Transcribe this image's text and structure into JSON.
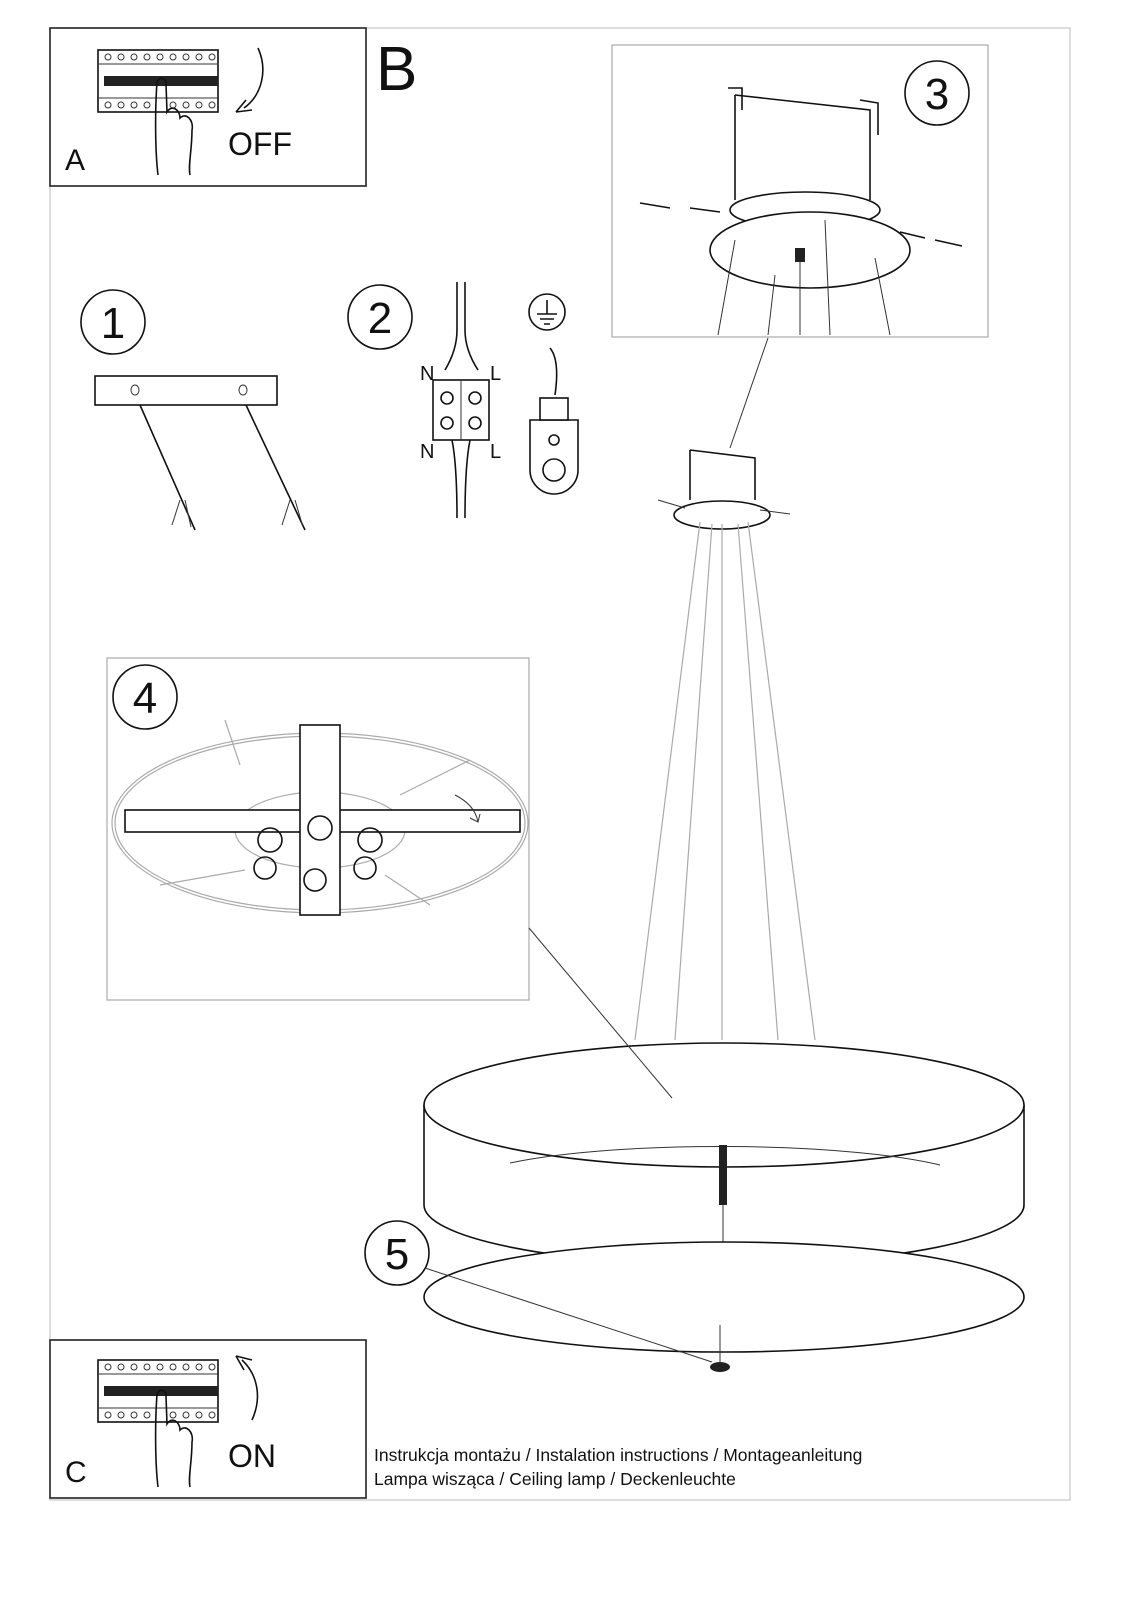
{
  "panels": {
    "a": {
      "letter": "A",
      "action": "OFF"
    },
    "b": {
      "letter": "B"
    },
    "c": {
      "letter": "C",
      "action": "ON"
    }
  },
  "steps": [
    "1",
    "2",
    "3",
    "4",
    "5"
  ],
  "wiring": {
    "neutral": "N",
    "live": "L"
  },
  "caption": {
    "line1": "Instrukcja montażu / Instalation instructions / Montageanleitung",
    "line2": "Lampa wisząca / Ceiling lamp / Deckenleuchte"
  }
}
